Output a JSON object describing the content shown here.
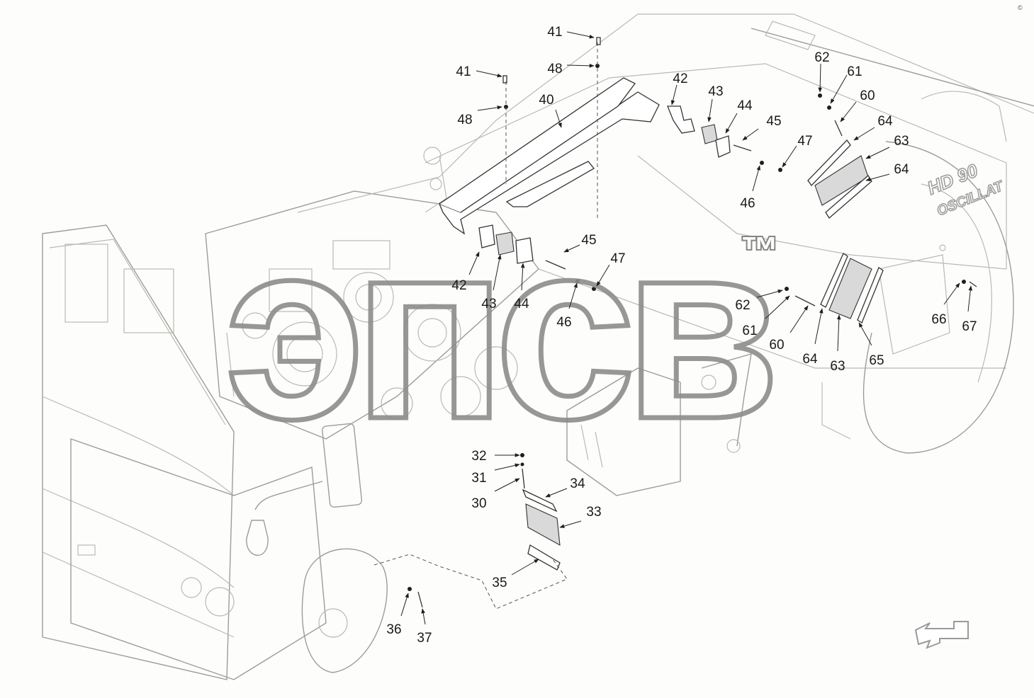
{
  "callouts": [
    {
      "label": "41"
    },
    {
      "label": "48"
    },
    {
      "label": "41"
    },
    {
      "label": "48"
    },
    {
      "label": "40"
    },
    {
      "label": "42"
    },
    {
      "label": "43"
    },
    {
      "label": "44"
    },
    {
      "label": "45"
    },
    {
      "label": "47"
    },
    {
      "label": "46"
    },
    {
      "label": "62"
    },
    {
      "label": "61"
    },
    {
      "label": "60"
    },
    {
      "label": "64"
    },
    {
      "label": "63"
    },
    {
      "label": "64"
    },
    {
      "label": "45"
    },
    {
      "label": "47"
    },
    {
      "label": "46"
    },
    {
      "label": "42"
    },
    {
      "label": "43"
    },
    {
      "label": "44"
    },
    {
      "label": "62"
    },
    {
      "label": "61"
    },
    {
      "label": "60"
    },
    {
      "label": "64"
    },
    {
      "label": "63"
    },
    {
      "label": "65"
    },
    {
      "label": "66"
    },
    {
      "label": "67"
    },
    {
      "label": "32"
    },
    {
      "label": "31"
    },
    {
      "label": "30"
    },
    {
      "label": "34"
    },
    {
      "label": "33"
    },
    {
      "label": "35"
    },
    {
      "label": "36"
    },
    {
      "label": "37"
    }
  ],
  "watermark": {
    "text": "эпсв",
    "trademark": "™"
  },
  "machine_plate": {
    "line1": "HD 90",
    "line2": "OSCILLAT"
  },
  "corner_mark": "©",
  "direction_arrow_icon": "arrow-down-left-icon"
}
